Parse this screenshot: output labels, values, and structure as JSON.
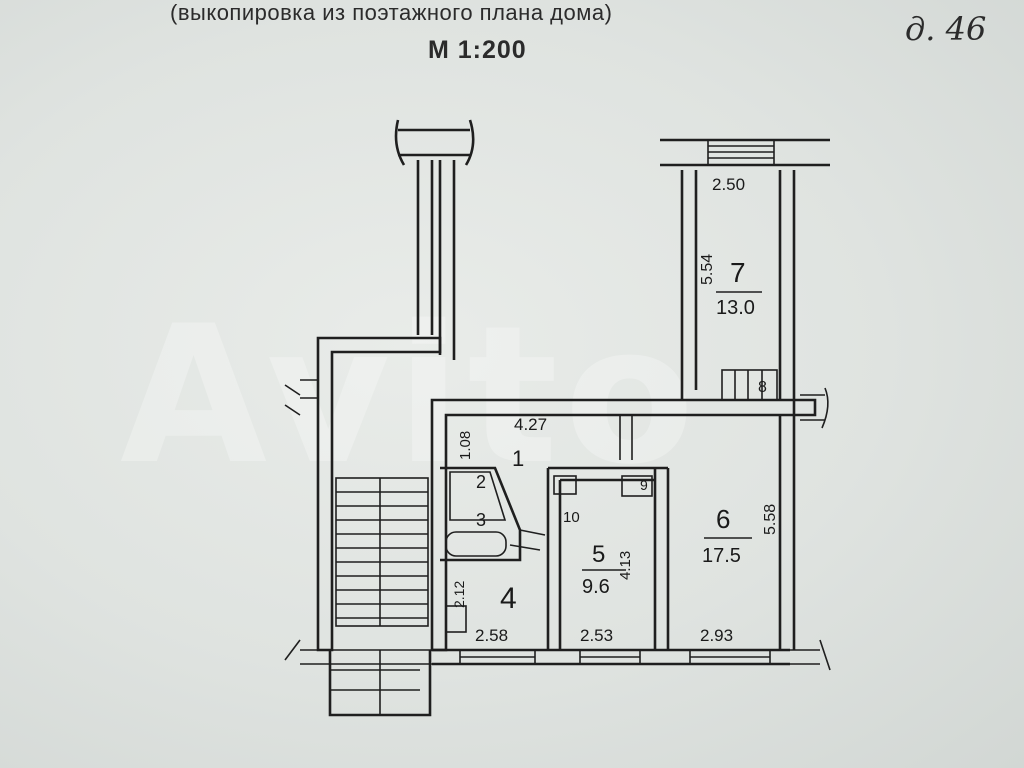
{
  "header": {
    "subtitle": "(выкопировка из поэтажного плана дома)",
    "scale": "М 1:200",
    "house_note": "д. 46"
  },
  "watermark": "Avito",
  "rooms": [
    {
      "id": "1",
      "area": ""
    },
    {
      "id": "2",
      "area": ""
    },
    {
      "id": "3",
      "area": ""
    },
    {
      "id": "4",
      "area": ""
    },
    {
      "id": "5",
      "area": "9.6"
    },
    {
      "id": "6",
      "area": "17.5"
    },
    {
      "id": "7",
      "area": "13.0"
    },
    {
      "id": "8",
      "area": ""
    },
    {
      "id": "9",
      "area": ""
    },
    {
      "id": "10",
      "area": ""
    }
  ],
  "dimensions": {
    "room7_width": "2.50",
    "room7_length": "5.54",
    "corridor_length": "4.27",
    "corridor_width": "1.08",
    "room4_width": "2.58",
    "room4_height": "2.12",
    "room5_width": "2.53",
    "room5_length": "4.13",
    "room6_width": "2.93",
    "room6_length": "5.58"
  }
}
